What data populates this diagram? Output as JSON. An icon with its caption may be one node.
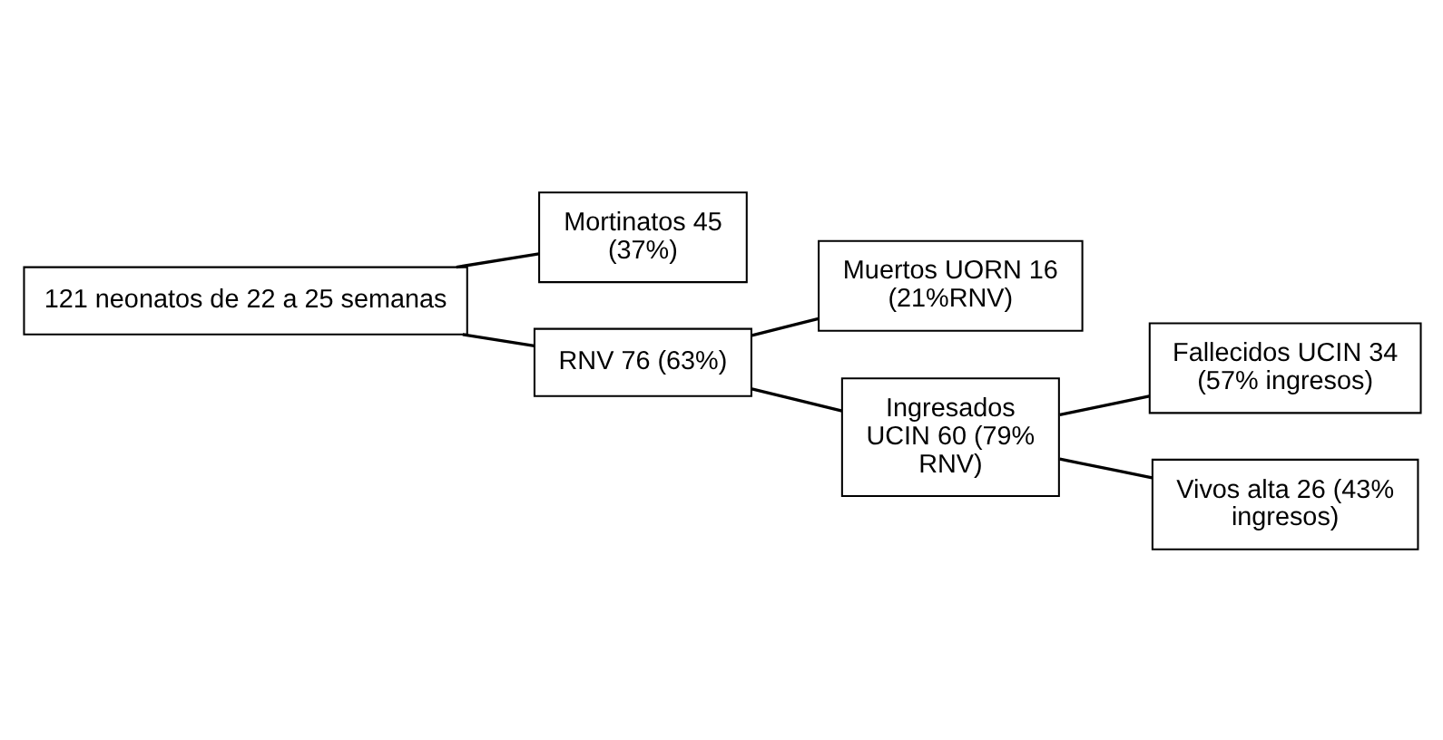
{
  "diagram": {
    "nodes": [
      {
        "text": [
          "121 neonatos de 22 a 25 semanas"
        ]
      },
      {
        "text": [
          "Mortinatos 45 (37%)"
        ]
      },
      {
        "text": [
          "RNV 76 (63%)"
        ]
      },
      {
        "text": [
          "Muertos UORN 16 (21%RNV)"
        ]
      },
      {
        "text": [
          "Ingresados UCIN 60 (79% RNV)"
        ]
      },
      {
        "text": [
          "Fallecidos UCIN 34 (57% ingresos)"
        ]
      },
      {
        "text": [
          "Vivos alta 26 (43% ingresos)"
        ]
      }
    ],
    "edges": [
      {
        "from": 0,
        "to": 1,
        "arrow": "none"
      },
      {
        "from": 0,
        "to": 2,
        "arrow": "none"
      },
      {
        "from": 2,
        "to": 3,
        "arrow": "none"
      },
      {
        "from": 2,
        "to": 4,
        "arrow": "none"
      },
      {
        "from": 4,
        "to": 5,
        "arrow": "none"
      },
      {
        "from": 4,
        "to": 6,
        "arrow": "none"
      }
    ]
  }
}
